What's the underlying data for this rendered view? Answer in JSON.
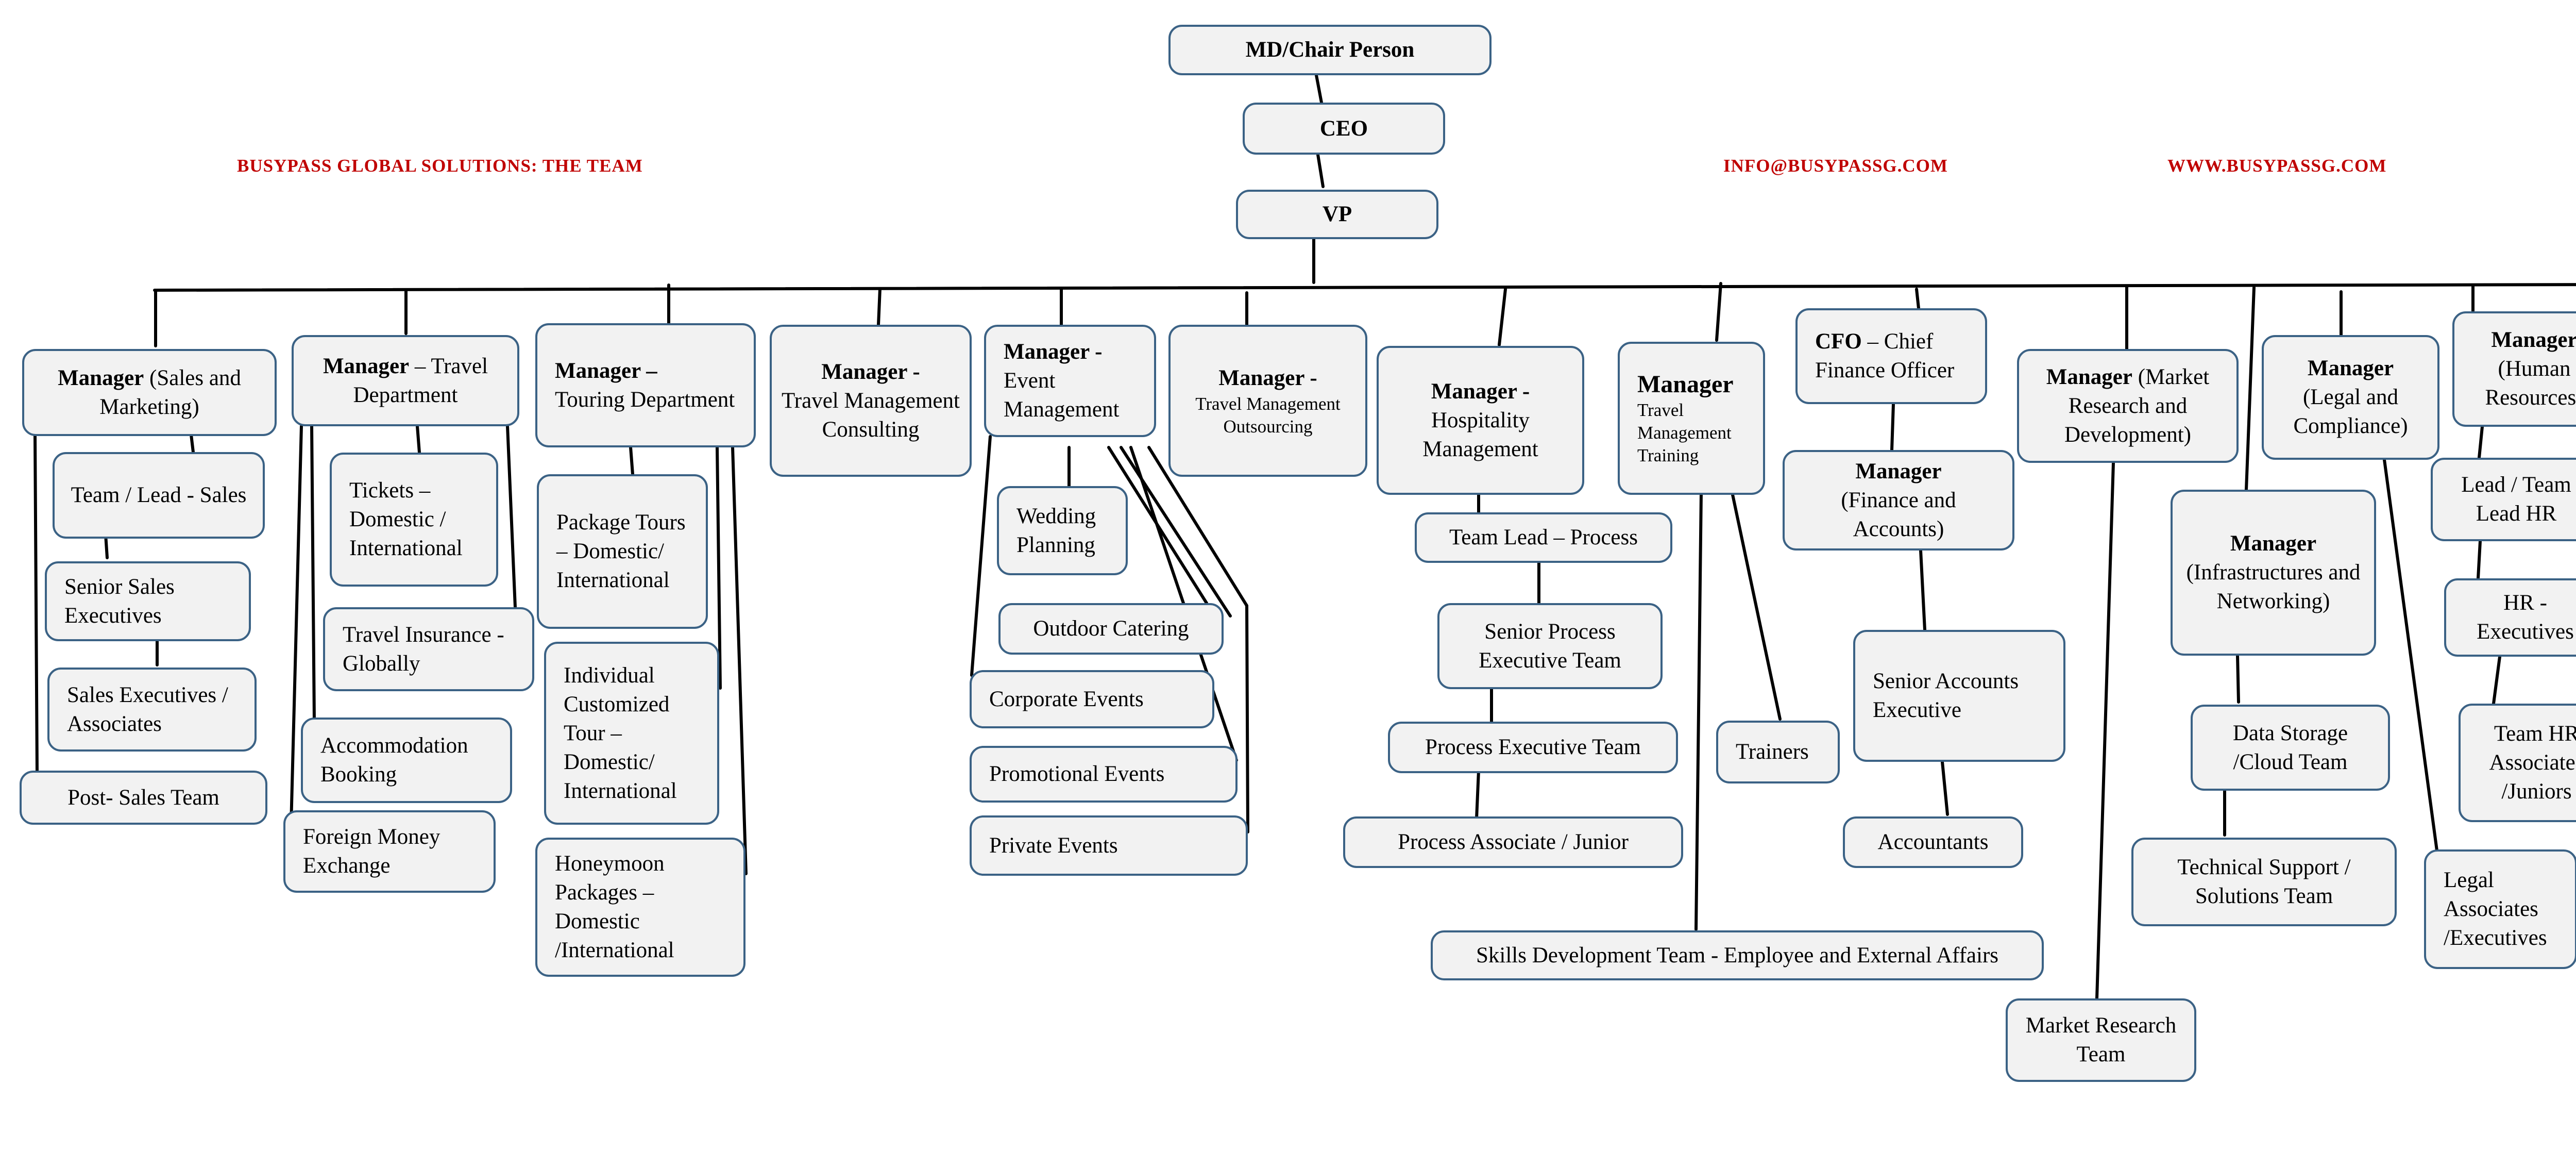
{
  "header": {
    "company": "BUSYPASS GLOBAL SOLUTIONS: THE TEAM",
    "email": "INFO@BUSYPASSG.COM",
    "website": "WWW.BUSYPASSG.COM"
  },
  "nodes": {
    "md": "MD/Chair Person",
    "ceo": "CEO",
    "vp": "VP",
    "sales_mgr_b": "Manager",
    "sales_mgr_rest": " (Sales and Marketing)",
    "sales_lead": "Team / Lead - Sales",
    "senior_sales": "Senior Sales Executives",
    "sales_exec": "Sales Executives / Associates",
    "post_sales": "Post- Sales Team",
    "travel_mgr_b": "Manager",
    "travel_mgr_rest": " – Travel Department",
    "tickets": "Tickets – Domestic / International",
    "insurance": "Travel Insurance - Globally",
    "accommodation": "Accommodation Booking",
    "forex": "Foreign Money Exchange",
    "touring_mgr_b": "Manager –",
    "touring_mgr_rest": "Touring Department",
    "package_tours": "Package Tours – Domestic/ International",
    "individual_tour": "Individual Customized Tour – Domestic/ International",
    "honeymoon": "Honeymoon Packages – Domestic /International",
    "tmc_mgr_b": "Manager -",
    "tmc_mgr_rest": "Travel Management Consulting",
    "event_mgr_b": "Manager -",
    "event_mgr_rest": "Event Management",
    "wedding": "Wedding Planning",
    "catering": "Outdoor Catering",
    "corporate": "Corporate Events",
    "promotional": "Promotional Events",
    "private": "Private Events",
    "tmo_mgr_b": "Manager -",
    "tmo_mgr_rest": "Travel Management Outsourcing",
    "hosp_mgr_b": "Manager -",
    "hosp_mgr_rest": "Hospitality Management",
    "team_lead_process": "Team Lead – Process",
    "senior_process": "Senior Process Executive Team",
    "process_exec": "Process Executive Team",
    "process_assoc": "Process Associate / Junior",
    "tmt_mgr_b": "Manager",
    "tmt_mgr_rest": "Travel Management Training",
    "trainers": "Trainers",
    "skills": "Skills Development Team - Employee and External Affairs",
    "cfo_b": "CFO",
    "cfo_rest": " – Chief Finance Officer",
    "fin_mgr_b": "Manager",
    "fin_mgr_rest": "(Finance and Accounts)",
    "senior_accounts": "Senior Accounts Executive",
    "accountants": "Accountants",
    "mr_mgr_b": "Manager",
    "mr_mgr_rest": " (Market Research and Development)",
    "mr_team": "Market Research Team",
    "infra_mgr_b": "Manager",
    "infra_mgr_rest": "(Infrastructures and Networking)",
    "data_storage": "Data Storage /Cloud Team",
    "tech_support": "Technical Support / Solutions Team",
    "legal_mgr_b": "Manager",
    "legal_mgr_rest": "(Legal and Compliance)",
    "legal_assoc": "Legal Associates /Executives",
    "hr_mgr_b": "Manager",
    "hr_mgr_rest": "(Human Resources)",
    "lead_hr": "Lead / Team Lead HR",
    "hr_exec": "HR - Executives",
    "team_hr": "Team HR Associates /Juniors"
  }
}
